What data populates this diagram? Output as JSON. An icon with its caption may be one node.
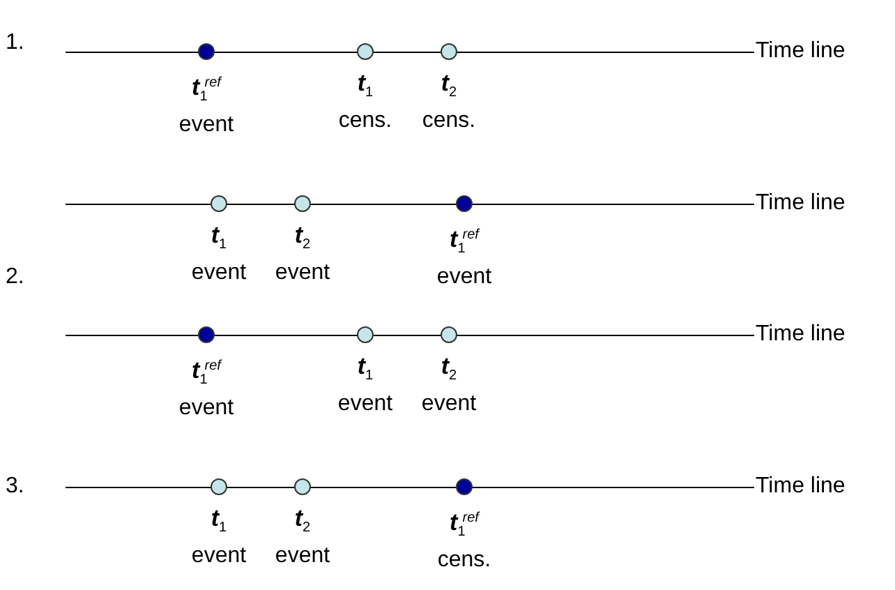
{
  "diagram": {
    "nodes": [
      {
        "text": [
          "**t**$_{1}$$^{ref}$",
          "event"
        ]
      },
      {
        "text": [
          "**t**$_{1}$",
          "cens."
        ]
      },
      {
        "text": [
          "**t**$_{2}$",
          "cens."
        ]
      },
      {
        "text": [
          "**t**$_{1}$",
          "event"
        ]
      },
      {
        "text": [
          "**t**$_{2}$",
          "event"
        ]
      },
      {
        "text": [
          "**t**$_{1}$$^{ref}$",
          "event"
        ]
      },
      {
        "text": [
          "**t**$_{1}$$^{ref}$",
          "event"
        ]
      },
      {
        "text": [
          "**t**$_{1}$",
          "event"
        ]
      },
      {
        "text": [
          "**t**$_{2}$",
          "event"
        ]
      },
      {
        "text": [
          "**t**$_{1}$",
          "event"
        ]
      },
      {
        "text": [
          "**t**$_{2}$",
          "event"
        ]
      },
      {
        "text": [
          "**t**$_{1}$$^{ref}$",
          "cens."
        ]
      }
    ],
    "labels": [
      "1.",
      "Time line",
      "Time line",
      "2.",
      "Time line",
      "3.",
      "Time line"
    ]
  }
}
